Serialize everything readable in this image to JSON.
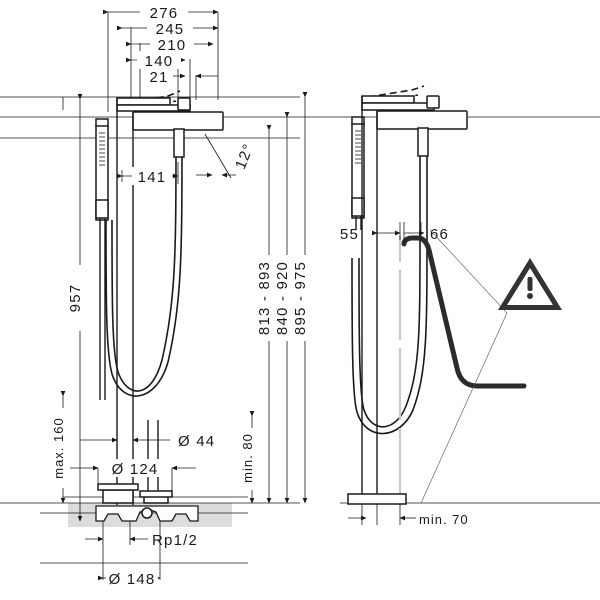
{
  "document": {
    "type": "technical-dimension-drawing",
    "product": "floor-standing bath mixer with hand shower",
    "views": [
      "front-elevation",
      "side-elevation"
    ],
    "units": "mm"
  },
  "front_view": {
    "horizontal_dimensions": [
      {
        "id": "d276",
        "label": "276"
      },
      {
        "id": "d245",
        "label": "245"
      },
      {
        "id": "d210",
        "label": "210"
      },
      {
        "id": "d140",
        "label": "140"
      },
      {
        "id": "d21",
        "label": "21"
      },
      {
        "id": "d141",
        "label": "141"
      }
    ],
    "angle_callout": {
      "label": "12°"
    },
    "vertical_dimensions": [
      {
        "id": "v957",
        "label": "957"
      },
      {
        "id": "vmax160",
        "label": "max. 160"
      },
      {
        "id": "vmin80",
        "label": "min. 80"
      },
      {
        "id": "v813_893",
        "label": "813 - 893"
      },
      {
        "id": "v840_920",
        "label": "840 - 920"
      },
      {
        "id": "v895_975",
        "label": "895 - 975"
      }
    ],
    "diameter_dimensions": [
      {
        "id": "dia44",
        "label": "Ø 44"
      },
      {
        "id": "dia124",
        "label": "Ø 124"
      },
      {
        "id": "dia148",
        "label": "Ø 148"
      }
    ],
    "thread_callout": {
      "label": "Rp1/2"
    }
  },
  "side_view": {
    "horizontal_dimensions": [
      {
        "id": "s55",
        "label": "55"
      },
      {
        "id": "s66",
        "label": "66"
      }
    ],
    "clearance_dimension": {
      "label": "min. 70"
    },
    "warning": {
      "icon": "warning-triangle-icon",
      "glyph": "!",
      "note_target": "bath tub rim clearance"
    }
  },
  "colors": {
    "line": "#1a1a1a",
    "thin_line": "#555555",
    "floor_shading": "#dcdcdc",
    "grey_guide": "#c9c9c9",
    "warning": "#333333",
    "background": "#ffffff"
  }
}
